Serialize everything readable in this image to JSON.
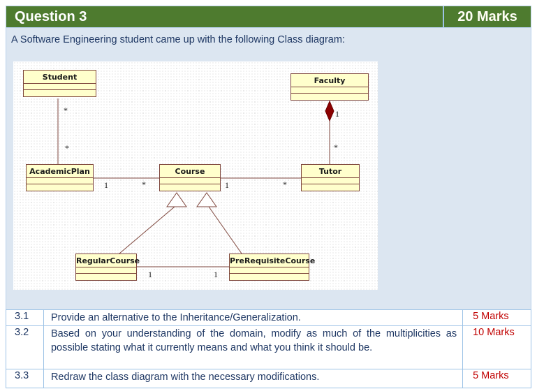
{
  "header": {
    "title": "Question 3",
    "marks": "20 Marks"
  },
  "intro_text": "A Software Engineering student came up with the following Class diagram:",
  "diagram": {
    "classes": [
      {
        "name": "Student"
      },
      {
        "name": "Faculty"
      },
      {
        "name": "AcademicPlan"
      },
      {
        "name": "Course"
      },
      {
        "name": "Tutor"
      },
      {
        "name": "RegularCourse"
      },
      {
        "name": "PreRequisiteCourse"
      }
    ],
    "associations": [
      {
        "from": "Student",
        "to": "AcademicPlan",
        "type": "association",
        "from_mult": "*",
        "to_mult": "*"
      },
      {
        "from": "AcademicPlan",
        "to": "Course",
        "type": "association",
        "from_mult": "1",
        "to_mult": "*"
      },
      {
        "from": "Course",
        "to": "Tutor",
        "type": "association",
        "from_mult": "1",
        "to_mult": "*"
      },
      {
        "from": "Faculty",
        "to": "Tutor",
        "type": "composition",
        "from_mult": "1",
        "to_mult": "*"
      },
      {
        "from": "RegularCourse",
        "to": "Course",
        "type": "generalization"
      },
      {
        "from": "PreRequisiteCourse",
        "to": "Course",
        "type": "generalization"
      },
      {
        "from": "RegularCourse",
        "to": "PreRequisiteCourse",
        "type": "association",
        "from_mult": "1",
        "to_mult": "1"
      }
    ]
  },
  "questions": [
    {
      "num": "3.1",
      "text": "Provide an alternative to the Inheritance/Generalization.",
      "marks": "5 Marks"
    },
    {
      "num": "3.2",
      "text": "Based on your understanding of the domain, modify as much of the multiplicities as possible stating what it currently means and what you think it should be.",
      "marks": "10 Marks"
    },
    {
      "num": "3.3",
      "text": "Redraw the class diagram with the necessary modifications.",
      "marks": "5 Marks"
    }
  ],
  "colors": {
    "header_green": "#4e7b2f",
    "body_light_blue": "#dce6f1",
    "table_border_blue": "#9dc3e6",
    "text_navy": "#1f3864",
    "marks_dark_red": "#c00000",
    "class_box_fill": "#ffffcc",
    "class_box_border": "#7e463c",
    "composition_diamond_red": "#8b0000"
  }
}
